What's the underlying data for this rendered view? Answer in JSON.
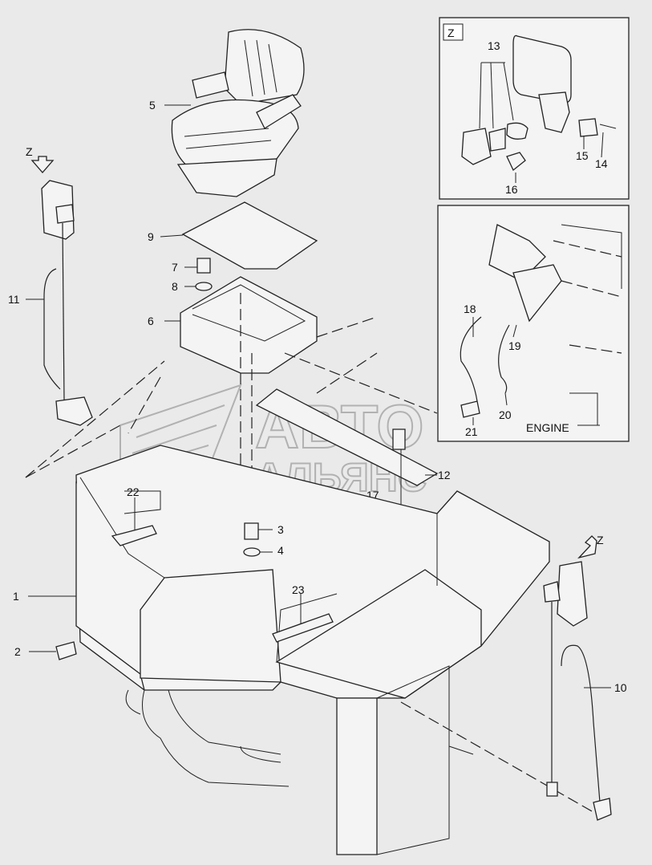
{
  "callouts": [
    "1",
    "2",
    "3",
    "4",
    "5",
    "6",
    "7",
    "8",
    "9",
    "10",
    "11",
    "12",
    "13",
    "14",
    "15",
    "16",
    "17",
    "18",
    "19",
    "20",
    "21",
    "22",
    "23"
  ],
  "views": {
    "detail_z": "Z",
    "arrow_left": "Z",
    "arrow_right": "Z"
  },
  "engine_label": "ENGINE",
  "watermark": {
    "line1": "АВТО",
    "line2": "АЛЬЯНС"
  }
}
